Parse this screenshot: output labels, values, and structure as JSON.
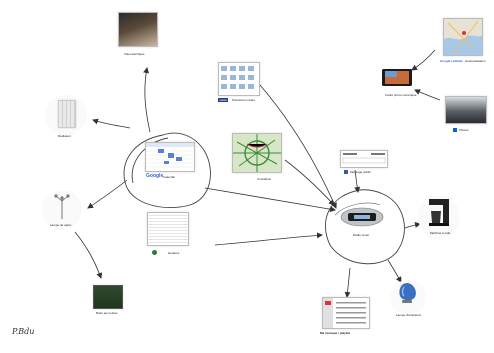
{
  "nodes": {
    "roof_window": {
      "label": "Volet électrique"
    },
    "radiator": {
      "label": "Radiateur"
    },
    "lamp": {
      "label": "Lampe de salon"
    },
    "mailbox": {
      "label": "Boîte aux lettres"
    },
    "google_calendar": {
      "brand": "Google",
      "label": "Calendar"
    },
    "weather": {
      "brand": "météo",
      "label": "Prévisions météo"
    },
    "traffic": {
      "label": "Circulation"
    },
    "timetable": {
      "label": "Horaires"
    },
    "public_message": {
      "label": "Message public"
    },
    "radio_clock": {
      "label": "Radio réveil"
    },
    "coffee_maker": {
      "label": "Machine à café"
    },
    "playlist": {
      "label": "Ma musique / playlist"
    },
    "ambient_lamp": {
      "label": "Lampe d'ambiance"
    },
    "photo_frame": {
      "label": "Cadre photo numérique"
    },
    "photos": {
      "label": "Photos"
    },
    "geolocation": {
      "brand": "Google Latitude",
      "label": "Géolocalisation"
    }
  },
  "signature": "P.Bdu"
}
